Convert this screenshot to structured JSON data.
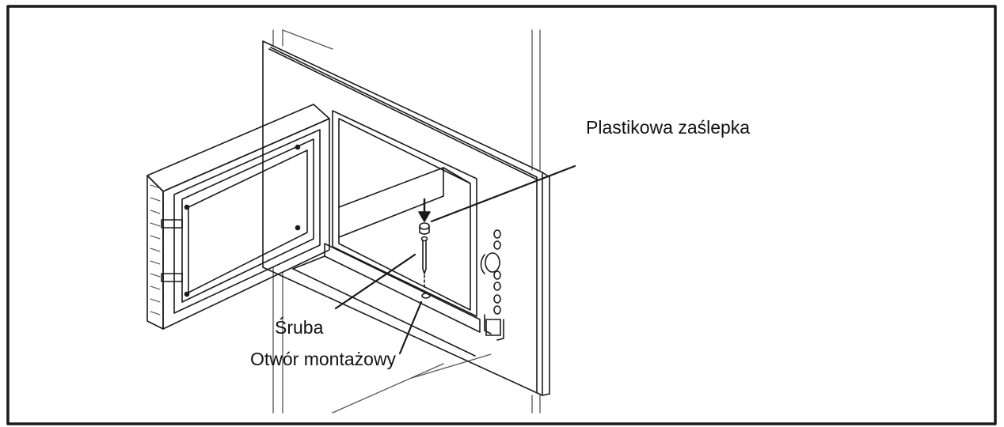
{
  "labels": {
    "plastic_cap": "Plastikowa zaślepka",
    "screw": "Śruba",
    "mounting_hole": "Otwór montażowy"
  },
  "colors": {
    "line": "#1a1a1a",
    "background": "#ffffff",
    "text": "#111111"
  }
}
